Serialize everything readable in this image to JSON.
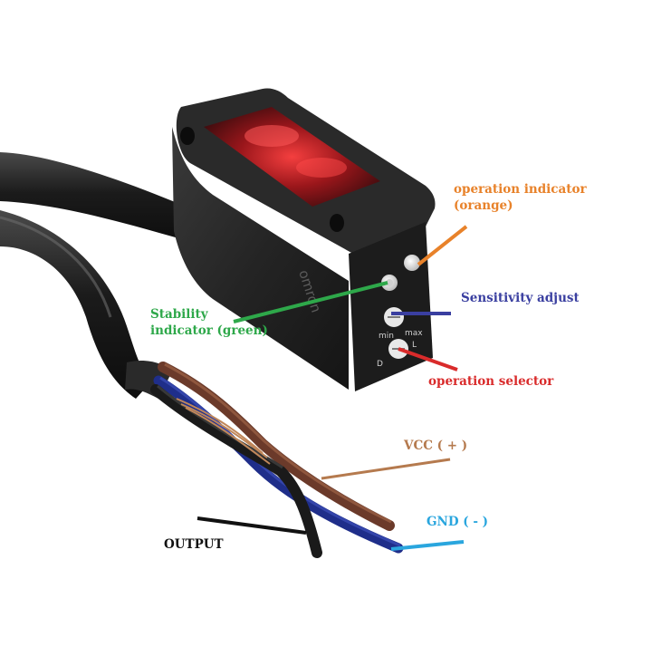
{
  "sensor": {
    "brand": "omron",
    "dial_min": "min",
    "dial_max": "max",
    "selector_l": "L",
    "selector_d": "D"
  },
  "labels": {
    "operation_indicator": {
      "line1": "operation indicator",
      "line2": "(orange)",
      "color": "#e8822a"
    },
    "stability_indicator": {
      "line1": "Stability",
      "line2": "indicator (green)",
      "color": "#2ea84a"
    },
    "sensitivity_adjuster": {
      "text": "Sensitivity adjuster",
      "color": "#3a3fa0"
    },
    "operation_selector": {
      "text": "operation selector",
      "color": "#d92b2b"
    },
    "vcc": {
      "text": "VCC ( + )",
      "color": "#b57a4e"
    },
    "gnd": {
      "text": "GND ( - )",
      "color": "#2aa6de"
    },
    "output": {
      "text": "OUTPUT",
      "color": "#111111"
    }
  },
  "wire_colors": {
    "brown": "#6b3a2a",
    "blue": "#1f2e8a",
    "black": "#1a1a1a",
    "cable": "#1b1b1b"
  }
}
